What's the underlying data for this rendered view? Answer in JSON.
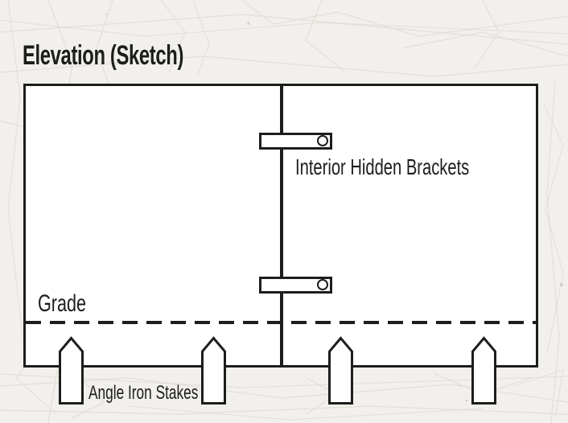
{
  "page": {
    "title": "Elevation (Sketch)",
    "background_color": "#f2f0ed",
    "ink_color": "#1d1d1b",
    "panel_fill": "#ffffff"
  },
  "diagram": {
    "bracket_label": "Interior Hidden Brackets",
    "grade_label": "Grade",
    "stakes_label": "Angle Iron Stakes",
    "bracket_count": 2,
    "stake_count": 4,
    "icons": [
      "bracket-hole-icon",
      "stake-shape"
    ]
  }
}
